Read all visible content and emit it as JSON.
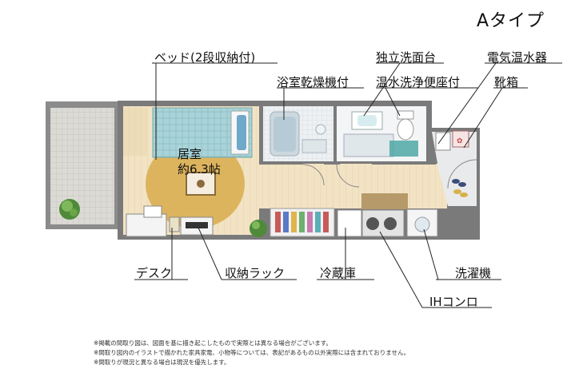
{
  "type_title": "Aタイプ",
  "room": {
    "name": "居室",
    "size": "約6.3帖"
  },
  "labels": {
    "bed": "ベッド(2段収納付)",
    "wash_basin": "独立洗面台",
    "water_heater": "電気温水器",
    "bath_dryer": "浴室乾燥機付",
    "toilet": "温水洗浄便座付",
    "shoe_box": "靴箱",
    "desk": "デスク",
    "storage_rack": "収納ラック",
    "fridge": "冷蔵庫",
    "washer": "洗濯機",
    "ih_stove": "IHコンロ"
  },
  "notes": [
    "※掲載の間取り図は、図面を基に描き起こしたもので実際とは異なる場合がございます。",
    "※間取り図内のイラストで描かれた家具家電、小物等については、表記があるもの以外実際には含まれておりません。",
    "※間取りが現況と異なる場合は現況を優先します。"
  ],
  "colors": {
    "floor": "#f2e3c4",
    "rug": "#ddb45e",
    "bed": "#a9d3d8",
    "wall": "#7a7a7a",
    "balcony": "#d9d7d2",
    "bath": "#e4e8eb",
    "leader": "#222222"
  }
}
